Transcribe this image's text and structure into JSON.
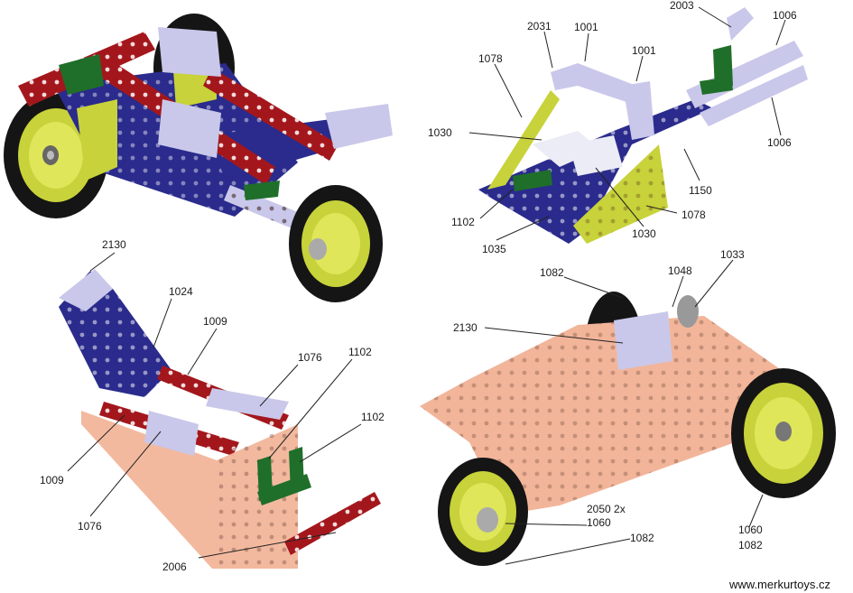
{
  "website": "www.merkurtoys.cz",
  "panels": {
    "top_right": {
      "labels": [
        "2003",
        "1006",
        "2031",
        "1001",
        "1001",
        "1078",
        "1030",
        "1006",
        "1150",
        "1102",
        "1078",
        "1030",
        "1035"
      ]
    },
    "bottom_left": {
      "labels": [
        "2130",
        "1024",
        "1009",
        "1076",
        "1102",
        "1102",
        "1009",
        "1076",
        "2006"
      ]
    },
    "bottom_right": {
      "labels": [
        "1082",
        "1048",
        "1033",
        "2130",
        "2050 2x",
        "1060",
        "1082",
        "1060",
        "1082"
      ]
    }
  },
  "colors": {
    "red": "#a3171c",
    "blue": "#2a2b8c",
    "green": "#1f6f2a",
    "yellow": "#c8d23a",
    "lavender": "#c9c8ea",
    "copper": "#f2b59a",
    "tire": "#151515"
  }
}
